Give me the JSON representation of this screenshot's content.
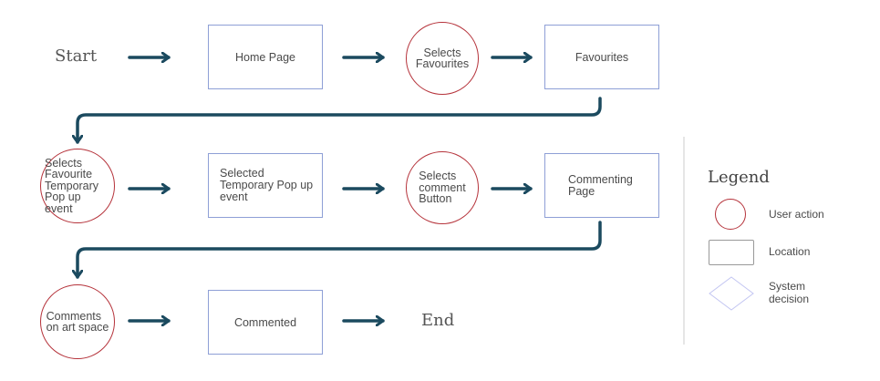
{
  "terminals": {
    "start": "Start",
    "end": "End"
  },
  "nodes": {
    "home_page": "Home Page",
    "selects_favourites": "Selects\nFavourites",
    "favourites": "Favourites",
    "selects_favourite_popup": "Selects\nFavourite\nTemporary\nPop up\nevent",
    "selected_popup": "Selected\nTemporary Pop up\nevent",
    "selects_comment_button": "Selects\ncomment\nButton",
    "commenting_page": "Commenting\nPage",
    "comments_on_art_space": "Comments\non art space",
    "commented": "Commented"
  },
  "legend": {
    "title": "Legend",
    "user_action": "User action",
    "location": "Location",
    "system_decision": "System\ndecision"
  },
  "colors": {
    "arrow": "#1b4a5f",
    "user_action_border": "#b5323a",
    "location_border": "#8e9fd6",
    "decision_border": "#c3c6f2",
    "divider": "#cccccc"
  }
}
